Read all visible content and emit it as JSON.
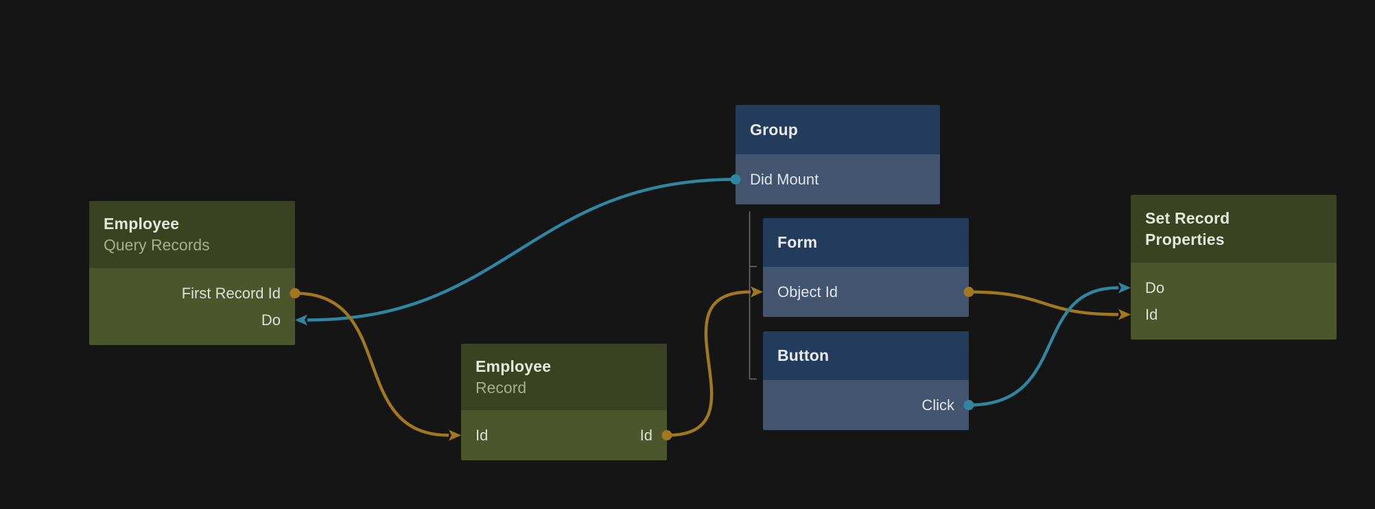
{
  "canvas": {
    "background_color": "#151515",
    "tree_line_color": "#6e6e6e"
  },
  "colors": {
    "data_connection": "#a1781e",
    "signal_connection": "#2e86a0",
    "logic_node_header": "#3a4222",
    "logic_node_body": "#4c562c",
    "component_node_header": "#233c5b",
    "component_node_body": "#42546e"
  },
  "nodes": [
    {
      "id": "employee-query-records",
      "kind": "logic",
      "title": "Employee",
      "subtitle": "Query Records",
      "ports": [
        {
          "label": "First Record Id",
          "side": "right",
          "role": "data-output"
        },
        {
          "label": "Do",
          "side": "right",
          "role": "signal-input"
        }
      ]
    },
    {
      "id": "group",
      "kind": "component",
      "title": "Group",
      "ports": [
        {
          "label": "Did Mount",
          "side": "left",
          "role": "signal-output"
        }
      ]
    },
    {
      "id": "form",
      "kind": "component",
      "title": "Form",
      "ports": [
        {
          "label": "Object Id",
          "side": "left",
          "role": "data-input-and-output"
        }
      ]
    },
    {
      "id": "button",
      "kind": "component",
      "title": "Button",
      "ports": [
        {
          "label": "Click",
          "side": "right",
          "role": "signal-output"
        }
      ]
    },
    {
      "id": "employee-record",
      "kind": "logic",
      "title": "Employee",
      "subtitle": "Record",
      "ports": [
        {
          "label": "Id",
          "side": "left",
          "role": "data-input"
        },
        {
          "label": "Id",
          "side": "right",
          "role": "data-output"
        }
      ]
    },
    {
      "id": "set-record-properties",
      "kind": "logic",
      "title": "Set Record Properties",
      "ports": [
        {
          "label": "Do",
          "side": "left",
          "role": "signal-input"
        },
        {
          "label": "Id",
          "side": "left",
          "role": "data-input"
        }
      ]
    }
  ],
  "edges": [
    {
      "from": "Group.Did Mount",
      "to": "Employee Query Records.Do",
      "type": "signal",
      "color": "#2e86a0"
    },
    {
      "from": "Employee Query Records.First Record Id",
      "to": "Employee Record.Id",
      "type": "data",
      "color": "#a1781e"
    },
    {
      "from": "Employee Record.Id",
      "to": "Form.Object Id",
      "type": "data",
      "color": "#a1781e"
    },
    {
      "from": "Form.Object Id",
      "to": "Set Record Properties.Id",
      "type": "data",
      "color": "#a1781e"
    },
    {
      "from": "Button.Click",
      "to": "Set Record Properties.Do",
      "type": "signal",
      "color": "#2e86a0"
    }
  ],
  "hierarchy": {
    "parent": "Group",
    "children": [
      "Form",
      "Button"
    ]
  }
}
